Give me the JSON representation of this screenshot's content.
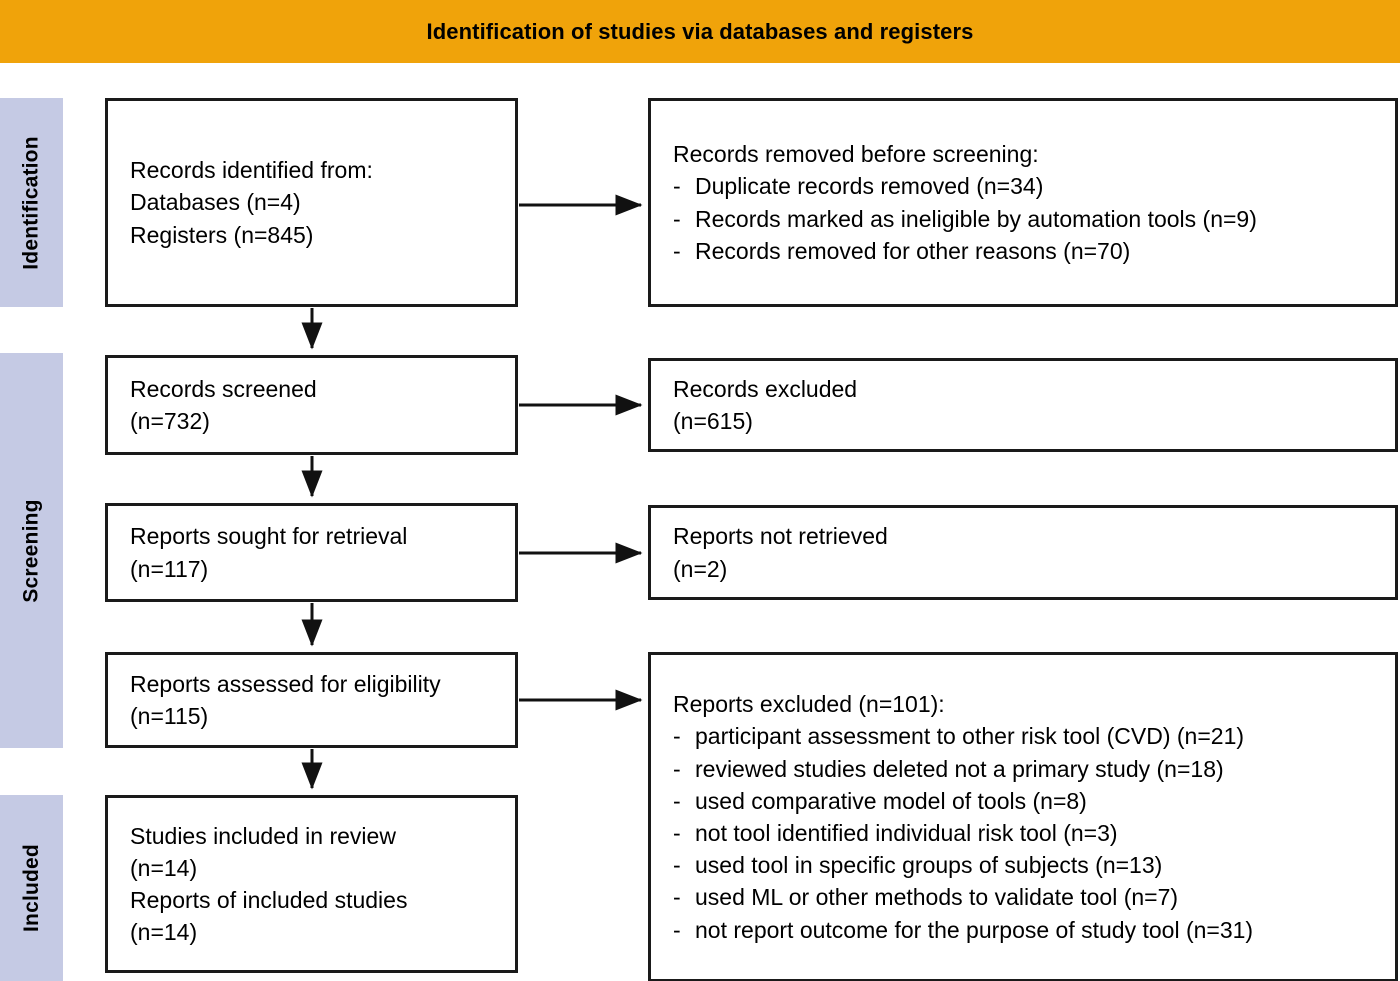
{
  "header": {
    "title": "Identification of studies via databases and registers",
    "band_color": "#F0A30A"
  },
  "stages": {
    "band_color": "#C5CAE4",
    "identification": "Identification",
    "screening": "Screening",
    "included": "Included"
  },
  "boxes": {
    "identified": {
      "line1": "Records identified from:",
      "line2": "Databases (n=4)",
      "line3": "Registers (n=845)"
    },
    "removed": {
      "heading_plain": "Records removed ",
      "heading_italic": "before screening:",
      "bullets": [
        "Duplicate records removed (n=34)",
        "Records marked as ineligible by automation tools (n=9)",
        "Records removed for other reasons (n=70)"
      ],
      "dash": "-"
    },
    "screened": {
      "line1": "Records screened",
      "line2": "(n=732)"
    },
    "records_excluded": {
      "line1": "Records excluded",
      "line2": "(n=615)"
    },
    "sought": {
      "line1": "Reports sought for retrieval",
      "line2": "(n=117)"
    },
    "not_retrieved": {
      "line1": "Reports not retrieved",
      "line2": "(n=2)"
    },
    "assessed": {
      "line1": "Reports assessed for eligibility",
      "line2": "(n=115)"
    },
    "reports_excluded": {
      "heading": "Reports excluded (n=101):",
      "dash": "-",
      "bullets": [
        "participant assessment to other risk tool (CVD) (n=21)",
        "reviewed studies deleted not a primary study (n=18)",
        "used comparative model of tools (n=8)",
        "not tool identified individual risk tool (n=3)",
        "used tool in specific groups of subjects (n=13)",
        "used ML or other methods to validate tool (n=7)",
        "not report outcome for the purpose of study tool (n=31)"
      ]
    },
    "included": {
      "line1": "Studies included in review",
      "line2": "(n=14)",
      "line3": "Reports of included studies",
      "line4": "(n=14)"
    }
  }
}
